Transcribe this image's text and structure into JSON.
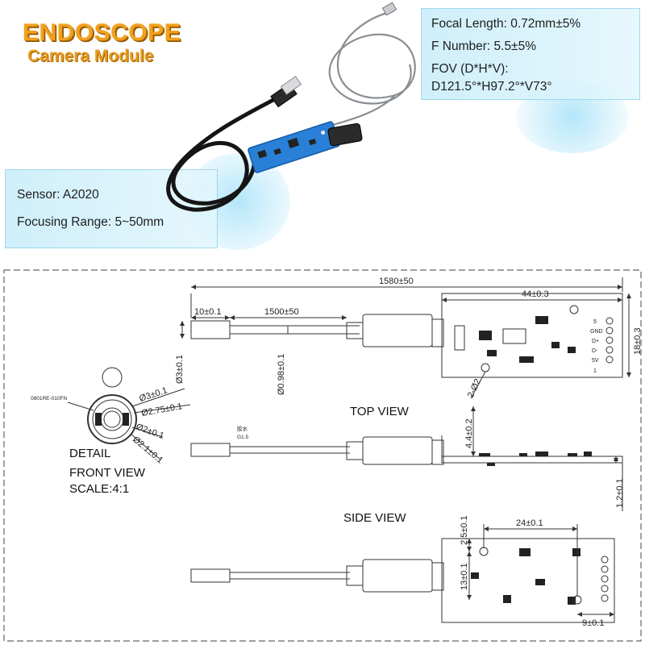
{
  "banner": {
    "title": "ENDOSCOPE",
    "subtitle": "Camera Module",
    "optics_specs": [
      "Focal Length: 0.72mm±5%",
      "F Number: 5.5±5%",
      "FOV (D*H*V):",
      "D121.5°*H97.2°*V73°"
    ],
    "sensor_specs": [
      "Sensor: A2020",
      "Focusing Range: 5~50mm"
    ]
  },
  "drawing": {
    "views": {
      "top": "TOP VIEW",
      "side": "SIDE VIEW",
      "detail": [
        "DETAIL",
        "FRONT VIEW",
        "SCALE:4:1"
      ]
    },
    "dimensions": {
      "overall_length": "1580±50",
      "board_length": "44±0.3",
      "tip_length": "10±0.1",
      "cable_length": "1500±50",
      "tip_diameter": "Ø3±0.1",
      "cable_diameter": "Ø0.98±0.1",
      "board_width": "18±0.3",
      "hole_diameter": "2-Ø2",
      "height_top": "4.4±0.2",
      "board_thickness": "1.2±0.1",
      "hole_offset": "2.5±0.1",
      "hole_spacing": "24±0.1",
      "hole_span": "13±0.1",
      "pad_offset": "9±0.1",
      "detail_d1": "Ø3±0.1",
      "detail_d2": "Ø2.75±0.1",
      "detail_d3": "Ø2±0.1",
      "detail_d4": "Ø2.1±0.1"
    },
    "pins": [
      "5",
      "GND",
      "D+",
      "D-",
      "5V"
    ],
    "small_notes": {
      "detail_note": "0801RE-010FN",
      "cable_note": "胶水",
      "cable_note2": "G1.5",
      "pin_one": "1"
    }
  },
  "colors": {
    "title_orange": "#f0a020",
    "spec_box": "#cdeefa",
    "pcb_blue": "#2a7fd6",
    "line": "#333333"
  }
}
